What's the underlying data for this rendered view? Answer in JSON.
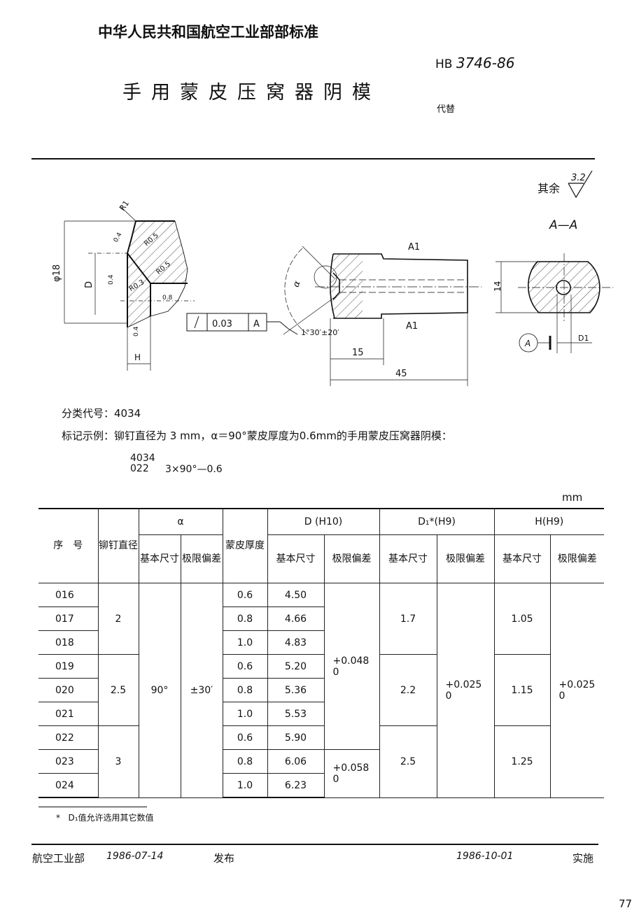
{
  "header": {
    "organization": "中华人民共和国航空工业部部标准",
    "title": "手用蒙皮压窝器阴模",
    "standard_prefix": "HB",
    "standard_number": "3746-86",
    "replaces_label": "代替"
  },
  "drawing": {
    "roughness_note": "其余",
    "roughness_value": "3.2",
    "section_label": "A—A",
    "profile_view": {
      "labels": [
        "R1",
        "0.4",
        "R0.5",
        "R0.5",
        "R0.3",
        "0.4",
        "0.8",
        "0.4",
        "φ18",
        "D",
        "H"
      ],
      "tolerance_frame": {
        "symbol": "/",
        "value": "0.03",
        "datum": "A"
      }
    },
    "side_view": {
      "labels": [
        "α",
        "A1",
        "A1",
        "1°30′±20′",
        "15",
        "45"
      ]
    },
    "section_view": {
      "labels": [
        "14",
        "A",
        "D1"
      ]
    }
  },
  "info": {
    "classification_label": "分类代号：",
    "classification_code": "4034",
    "marking_label": "标记示例：",
    "marking_text": "铆钉直径为 3 mm，α＝90°蒙皮厚度为0.6mm的手用蒙皮压窝器阴模：",
    "marking_code_top": "4034",
    "marking_code_bottom": "022",
    "marking_suffix": "3×90°—0.6"
  },
  "table": {
    "unit": "mm",
    "headers": {
      "seq": "序　号",
      "rivet_dia": "铆钉直径",
      "alpha": "α",
      "skin_thickness": "蒙皮厚度",
      "D": "D (H10)",
      "D1": "D₁*(H9)",
      "H": "H(H9)",
      "basic": "基本尺寸",
      "deviation": "极限偏差"
    },
    "rows": [
      {
        "seq": "016",
        "thickness": "0.6",
        "D": "4.50"
      },
      {
        "seq": "017",
        "thickness": "0.8",
        "D": "4.66"
      },
      {
        "seq": "018",
        "thickness": "1.0",
        "D": "4.83"
      },
      {
        "seq": "019",
        "thickness": "0.6",
        "D": "5.20"
      },
      {
        "seq": "020",
        "thickness": "0.8",
        "D": "5.36"
      },
      {
        "seq": "021",
        "thickness": "1.0",
        "D": "5.53"
      },
      {
        "seq": "022",
        "thickness": "0.6",
        "D": "5.90"
      },
      {
        "seq": "023",
        "thickness": "0.8",
        "D": "6.06"
      },
      {
        "seq": "024",
        "thickness": "1.0",
        "D": "6.23"
      }
    ],
    "rivet_groups": [
      "2",
      "2.5",
      "3"
    ],
    "alpha_basic": "90°",
    "alpha_deviation": "±30′",
    "D_dev_1": {
      "upper": "+0.048",
      "lower": "0"
    },
    "D_dev_2": {
      "upper": "+0.058",
      "lower": "0"
    },
    "D1_groups": [
      "1.7",
      "2.2",
      "2.5"
    ],
    "D1_dev": {
      "upper": "+0.025",
      "lower": "0"
    },
    "H_groups": [
      "1.05",
      "1.15",
      "1.25"
    ],
    "H_dev": {
      "upper": "+0.025",
      "lower": "0"
    }
  },
  "footnote": {
    "mark": "*",
    "text": "D₁值允许选用其它数值"
  },
  "footer": {
    "issuer": "航空工业部",
    "issue_date": "1986-07-14",
    "issue_label": "发布",
    "effective_date": "1986-10-01",
    "effective_label": "实施",
    "page_number": "77"
  }
}
